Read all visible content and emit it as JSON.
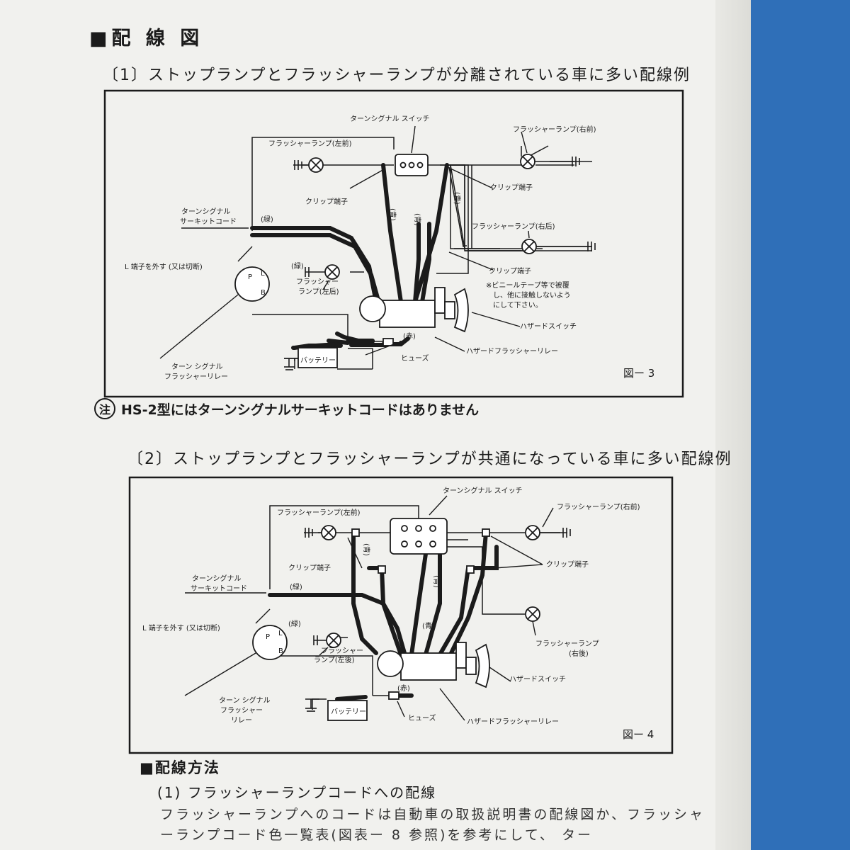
{
  "headings": {
    "wiring_diagram": "■配 線 図",
    "wiring_method": "■配線方法"
  },
  "sections": {
    "s1_title": "〔1〕ストップランプとフラッシャーランプが分離されている車に多い配線例",
    "s2_title": "〔2〕ストップランプとフラッシャーランプが共通になっている車に多い配線例",
    "m1_title": "(1) フラッシャーランプコードへの配線"
  },
  "note": {
    "mark": "注",
    "text": "HS-2型にはターンシグナルサーキットコードはありません"
  },
  "fig3": {
    "label": "図ー 3",
    "turn_signal_switch": "ターンシグナル スイッチ",
    "flasher_left_front": "フラッシャーランプ(左前)",
    "flasher_right_front": "フラッシャーランプ(右前)",
    "flasher_right_rear": "フラッシャーランプ(右后)",
    "flasher_left_rear_1": "フラッシャー",
    "flasher_left_rear_2": "ランプ(左后)",
    "clip_terminal": "クリップ端子",
    "circuit_cord_1": "ターンシグナル",
    "circuit_cord_2": "サーキットコード",
    "green": "(緑)",
    "blue": "(青)",
    "red": "(赤)",
    "l_terminal": "L 端子を外す (又は切断)",
    "relay_1": "ターン シグナル",
    "relay_2": "フラッシャーリレー",
    "vinyl_note_1": "※ビニールテープ等で被覆",
    "vinyl_note_2": "し、他に接触しないよう",
    "vinyl_note_3": "にして下さい。",
    "hazard_switch": "ハザードスイッチ",
    "hazard_relay": "ハザードフラッシャーリレー",
    "fuse": "ヒューズ",
    "battery": "バッテリー",
    "p": "P",
    "l": "L",
    "b": "B"
  },
  "fig4": {
    "label": "図ー 4",
    "turn_signal_switch": "ターンシグナル スイッチ",
    "flasher_left_front": "フラッシャーランプ(左前)",
    "flasher_right_front": "フラッシャーランプ(右前)",
    "flasher_right_rear_1": "フラッシャーランプ",
    "flasher_right_rear_2": "(右後)",
    "flasher_left_rear_1": "フラッシャー",
    "flasher_left_rear_2": "ランプ(左後)",
    "clip_terminal": "クリップ端子",
    "circuit_cord_1": "ターンシグナル",
    "circuit_cord_2": "サーキットコード",
    "green": "(緑)",
    "blue": "(青)",
    "red": "(赤)",
    "l_terminal": "L 端子を外す (又は切断)",
    "relay_1": "ターン シグナル",
    "relay_2": "フラッシャー",
    "relay_3": "リレー",
    "hazard_switch": "ハザードスイッチ",
    "hazard_relay": "ハザードフラッシャーリレー",
    "fuse": "ヒューズ",
    "battery": "バッテリー",
    "p": "P",
    "l": "L",
    "b": "B"
  },
  "paragraph": {
    "line1": "フラッシャーランプへのコードは自動車の取扱説明書の配線図か、フラッシャ",
    "line2": "ーランプコード色一覧表(図表ー 8 参照)を参考にして、 ター"
  }
}
